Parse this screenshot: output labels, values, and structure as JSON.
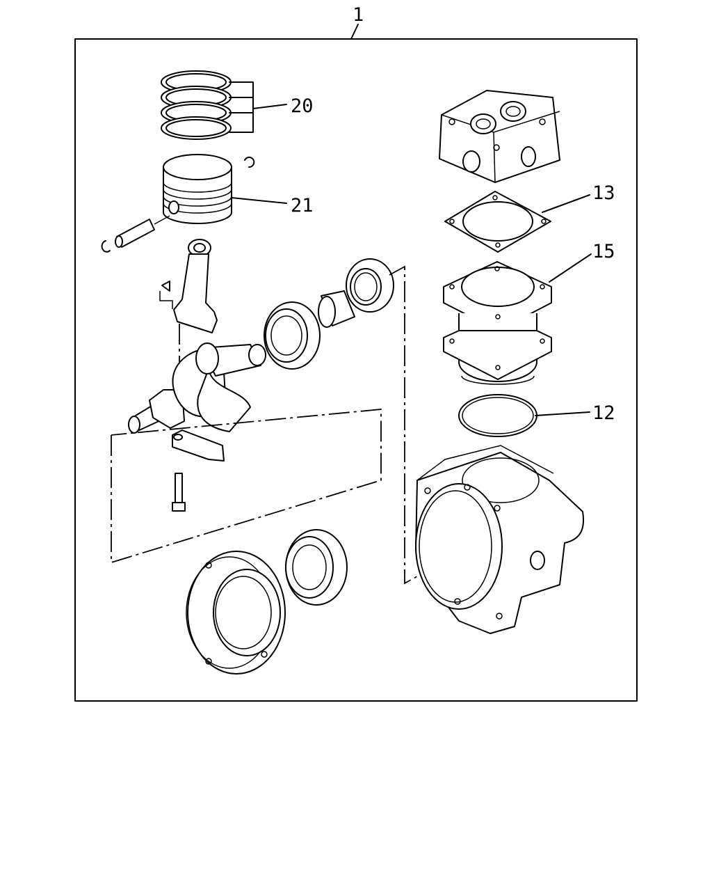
{
  "callouts": {
    "assembly": "1",
    "rings": "20",
    "piston": "21",
    "gasket": "13",
    "cylinder": "15",
    "oring": "12"
  }
}
